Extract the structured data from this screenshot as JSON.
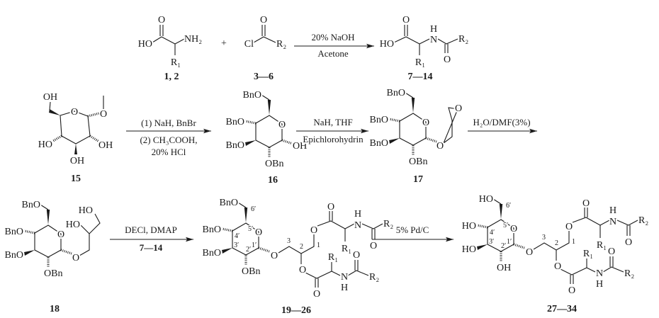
{
  "row1": {
    "amino_acid": {
      "ho": "HO",
      "o": "O",
      "nh2": "NH₂",
      "r1": "R₁",
      "label": "1, 2"
    },
    "plus": "+",
    "acyl_chloride": {
      "cl": "Cl",
      "o": "O",
      "r2": "R₂",
      "label": "3—6"
    },
    "step1": {
      "reagent_top": "20% NaOH",
      "reagent_bottom": "Acetone"
    },
    "product": {
      "ho": "HO",
      "o1": "O",
      "h": "H",
      "n": "N",
      "r2": "R₂",
      "o2": "O",
      "r1": "R₁",
      "label": "7—14"
    }
  },
  "row2": {
    "c15": {
      "oh6": "OH",
      "ring_o": "O",
      "ome_o": "O",
      "oh2": "OH",
      "oh3": "OH",
      "ho4": "HO",
      "label": "15"
    },
    "step2": {
      "line1": "(1) NaH, BnBr",
      "line2": "(2) CH₃COOH,",
      "line3": "20% HCl"
    },
    "c16": {
      "o6": "BnO",
      "ring_o": "O",
      "o4": "BnO",
      "o3": "BnO",
      "o2": "OBn",
      "o1": "OH",
      "label": "16"
    },
    "step3": {
      "line1": "NaH, THF",
      "line2": "Epichlorohydrin"
    },
    "c17": {
      "o6": "BnO",
      "ring_o": "O",
      "o4": "BnO",
      "o3": "BnO",
      "o2": "OBn",
      "o1": "O",
      "epoxide_o": "O",
      "label": "17"
    },
    "step4": {
      "line1": "H₂O/DMF(3%)"
    }
  },
  "row3": {
    "c18": {
      "o6": "BnO",
      "ring_o": "O",
      "o4": "BnO",
      "o3": "BnO",
      "o2": "OBn",
      "o1": "O",
      "ho_a": "HO",
      "ho_b": "HO",
      "label": "18"
    },
    "step5": {
      "line1": "DECl, DMAP",
      "line2": "7—14"
    },
    "c19": {
      "o6": "BnO",
      "ring_o": "O",
      "o4": "BnO",
      "o3": "BnO",
      "o2": "OBn",
      "o1": "O",
      "loc": {
        "c6": "6′",
        "c5": "5′",
        "c4": "4′",
        "c3": "3′",
        "c2": "2′",
        "c1": "1′",
        "g3": "3",
        "g2": "2",
        "g1": "1"
      },
      "ester1": {
        "o": "O",
        "co": "O",
        "r1": "R₁",
        "n": "N",
        "h": "H",
        "o_amide": "O",
        "r2": "R₂"
      },
      "ester2": {
        "o": "O",
        "co": "O",
        "r1": "R₁",
        "n": "N",
        "h": "H",
        "o_amide": "O",
        "r2": "R₂"
      },
      "label": "19—26"
    },
    "step6": {
      "line1": "5% Pd/C"
    },
    "c27": {
      "o6": "HO",
      "ring_o": "O",
      "o4": "HO",
      "o3": "HO",
      "o2": "OH",
      "o1": "O",
      "loc": {
        "c6": "6′",
        "c5": "5′",
        "c4": "4′",
        "c3": "3′",
        "c2": "2′",
        "c1": "1′",
        "g3": "3",
        "g2": "2",
        "g1": "1"
      },
      "ester1": {
        "o": "O",
        "co": "O",
        "r1": "R₁",
        "n": "N",
        "h": "H",
        "o_amide": "O",
        "r2": "R₂"
      },
      "ester2": {
        "o": "O",
        "co": "O",
        "r1": "R₁",
        "n": "N",
        "h": "H",
        "o_amide": "O",
        "r2": "R₂"
      },
      "label": "27—34"
    }
  }
}
